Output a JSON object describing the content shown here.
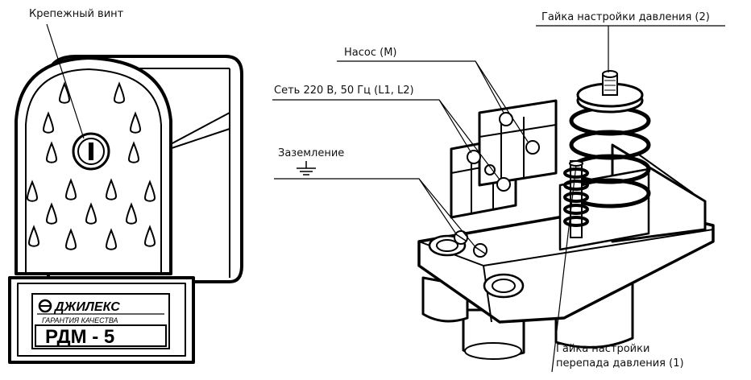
{
  "labels": {
    "screw": "Крепежный винт",
    "pump": "Насос (М)",
    "mains": "Сеть 220 В, 50 Гц (L1, L2)",
    "ground": "Заземление",
    "nut_pressure": "Гайка настройки давления (2)",
    "nut_diff_line1": "Гайка настройки",
    "nut_diff_line2": "перепада давления (1)"
  },
  "cover": {
    "brand": "ДЖИЛЕКС",
    "tagline": "ГАРАНТИЯ КАЧЕСТВА",
    "model": "РДМ - 5"
  }
}
